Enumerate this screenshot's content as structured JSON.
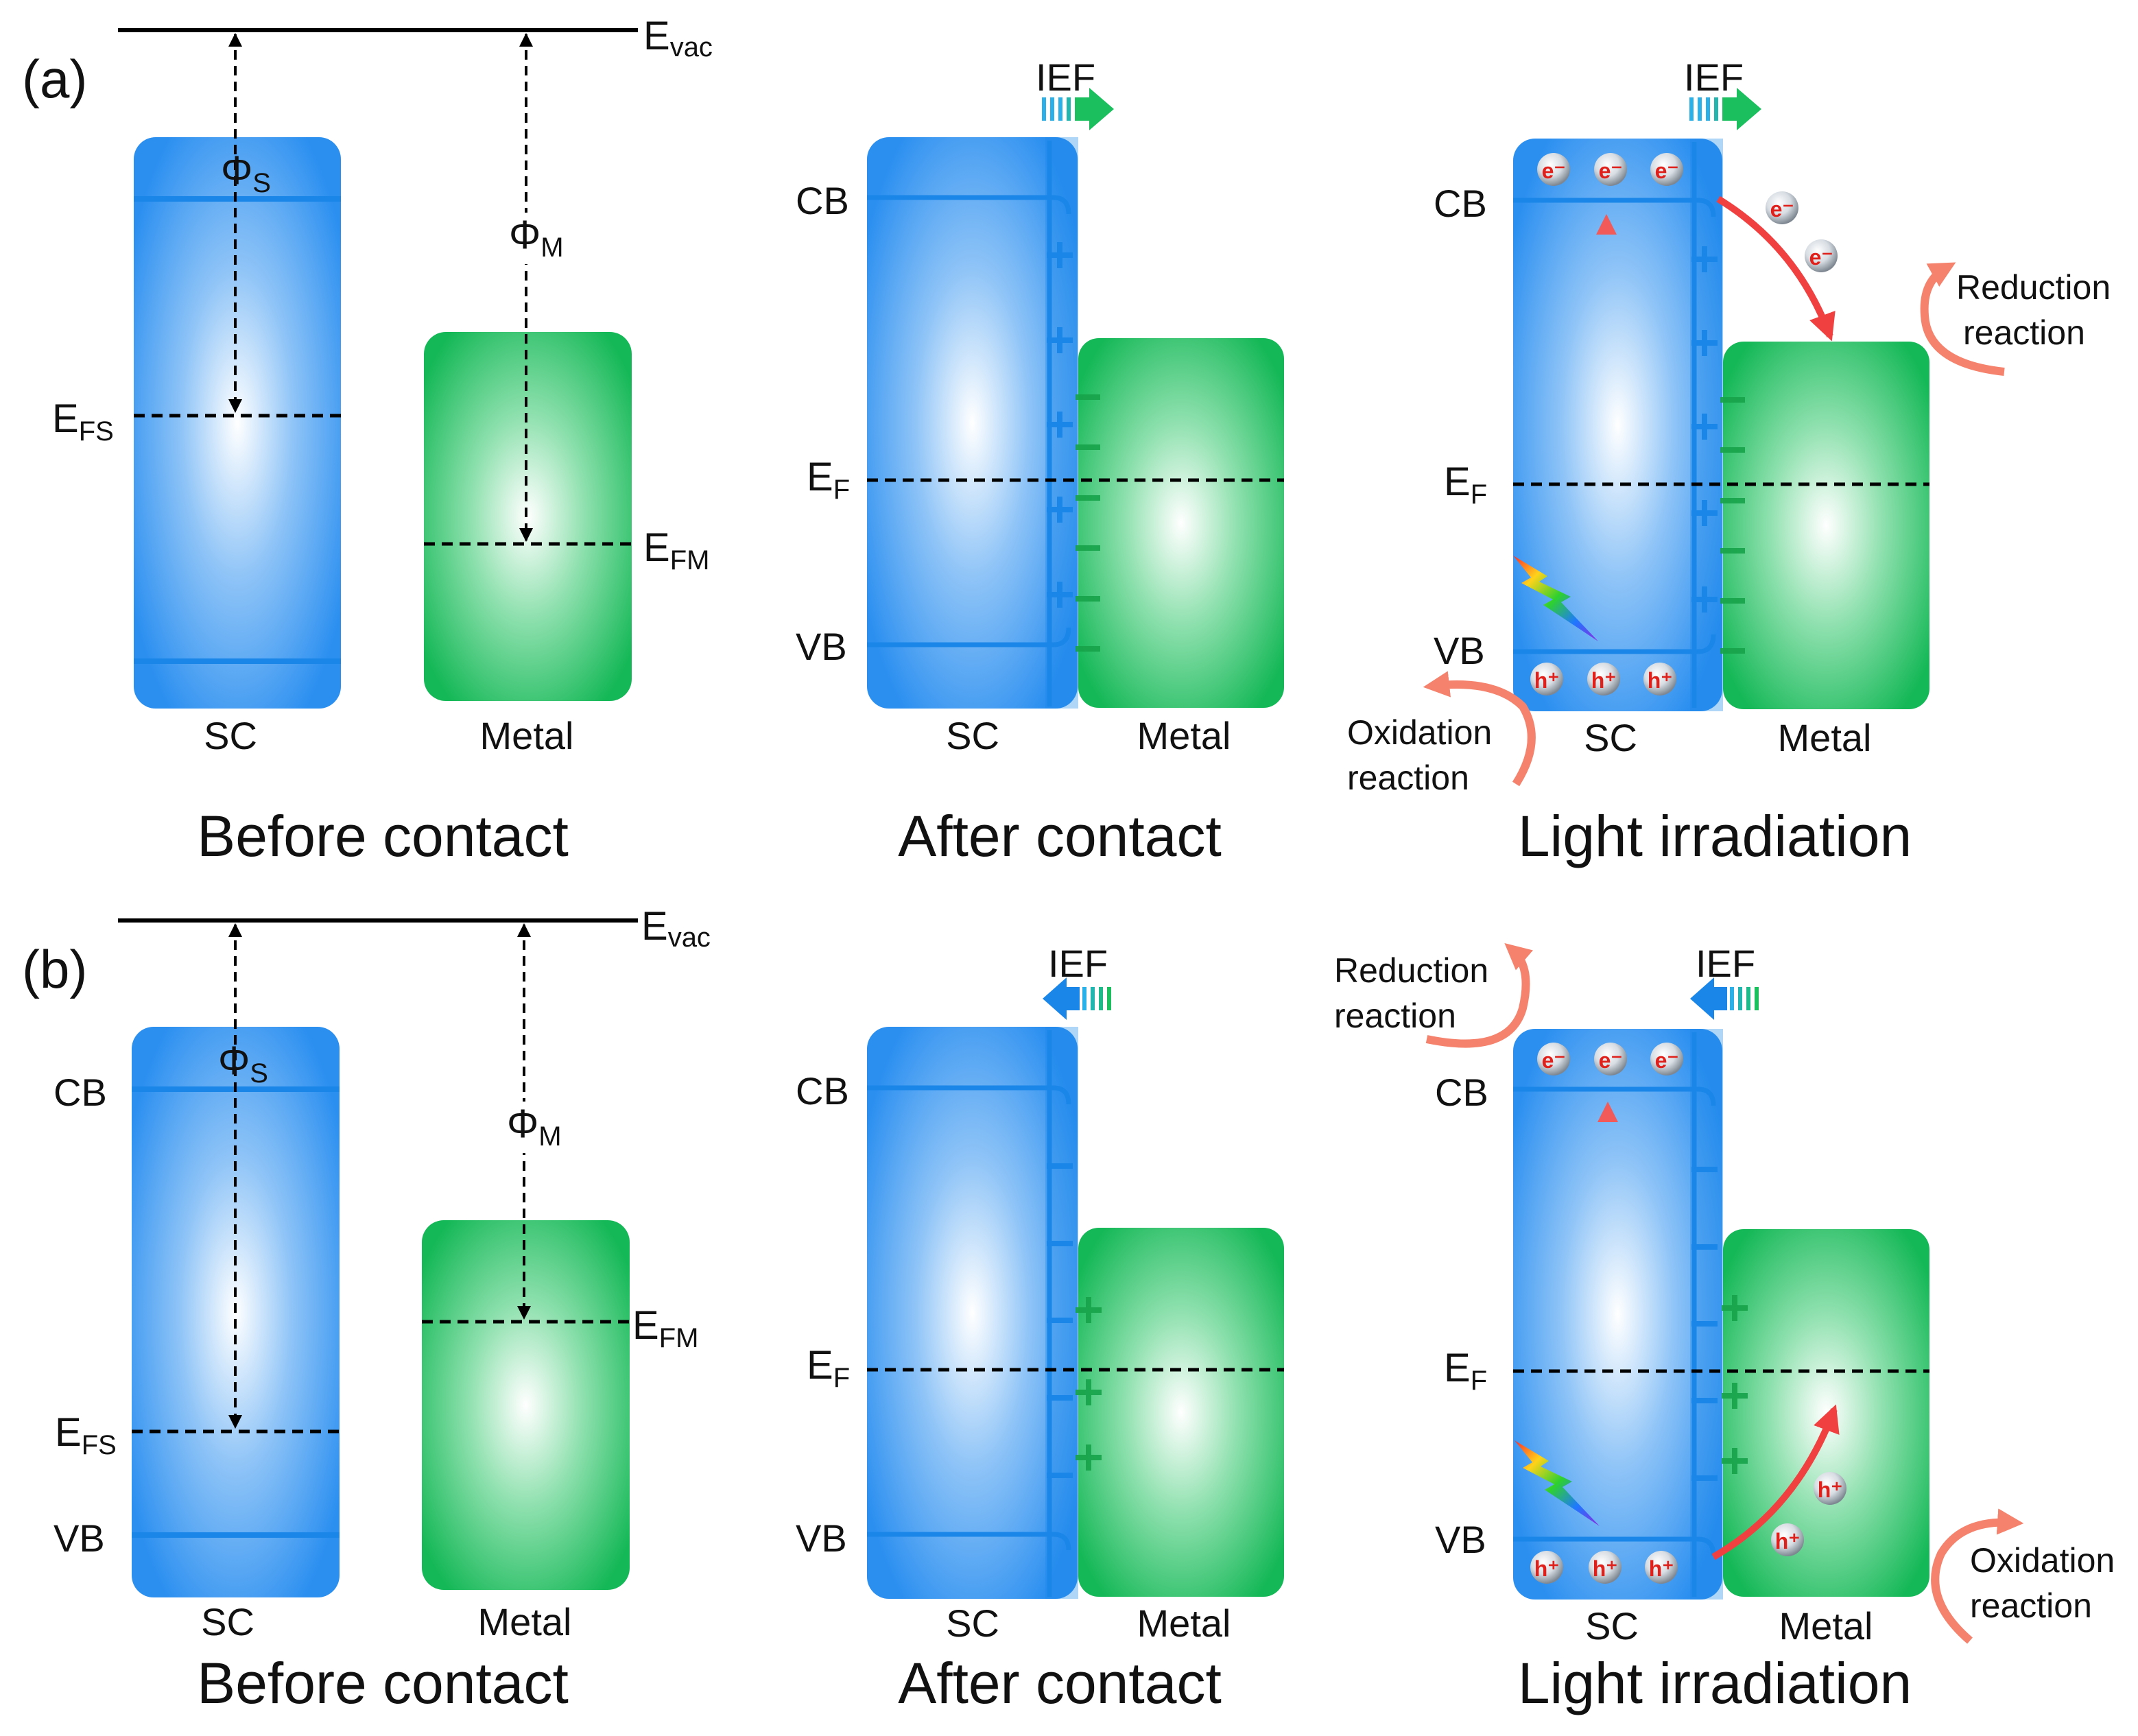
{
  "panels": {
    "a": {
      "tag": "(a)",
      "before": {
        "caption": "Before contact",
        "vacuum": {
          "main": "E",
          "sub": "vac"
        },
        "phi_s": {
          "main": "Φ",
          "sub": "S"
        },
        "phi_m": {
          "main": "Φ",
          "sub": "M"
        },
        "efs": {
          "main": "E",
          "sub": "FS"
        },
        "efm": {
          "main": "E",
          "sub": "FM"
        },
        "sc_label": "SC",
        "metal_label": "Metal"
      },
      "after": {
        "caption": "After contact",
        "ief": "IEF",
        "cb": "CB",
        "vb": "VB",
        "ef": {
          "main": "E",
          "sub": "F"
        },
        "sc_label": "SC",
        "metal_label": "Metal"
      },
      "light": {
        "caption": "Light irradiation",
        "ief": "IEF",
        "cb": "CB",
        "vb": "VB",
        "ef": {
          "main": "E",
          "sub": "F"
        },
        "sc_label": "SC",
        "metal_label": "Metal",
        "electron": "e⁻",
        "hole": "h⁺",
        "reduction": [
          "Reduction",
          "reaction"
        ],
        "oxidation": [
          "Oxidation",
          "reaction"
        ]
      }
    },
    "b": {
      "tag": "(b)",
      "before": {
        "caption": "Before contact",
        "vacuum": {
          "main": "E",
          "sub": "vac"
        },
        "phi_s": {
          "main": "Φ",
          "sub": "S"
        },
        "phi_m": {
          "main": "Φ",
          "sub": "M"
        },
        "cb": "CB",
        "vb": "VB",
        "efs": {
          "main": "E",
          "sub": "FS"
        },
        "efm": {
          "main": "E",
          "sub": "FM"
        },
        "sc_label": "SC",
        "metal_label": "Metal"
      },
      "after": {
        "caption": "After contact",
        "ief": "IEF",
        "cb": "CB",
        "vb": "VB",
        "ef": {
          "main": "E",
          "sub": "F"
        },
        "sc_label": "SC",
        "metal_label": "Metal"
      },
      "light": {
        "caption": "Light irradiation",
        "ief": "IEF",
        "cb": "CB",
        "vb": "VB",
        "ef": {
          "main": "E",
          "sub": "F"
        },
        "sc_label": "SC",
        "metal_label": "Metal",
        "electron": "e⁻",
        "hole": "h⁺",
        "reduction": [
          "Reduction",
          "reaction"
        ],
        "oxidation": [
          "Oxidation",
          "reaction"
        ]
      }
    }
  },
  "colors": {
    "semiconductor": "#2b93ef",
    "metal": "#1bbf5e",
    "band_line": "#1a86e8",
    "charge_plus": "#1a86e8",
    "charge_minus": "#17a34a",
    "irradiation_arrow": "#f25a5a",
    "reaction_arrow": "#f5826c",
    "dash_line": "#000000"
  }
}
